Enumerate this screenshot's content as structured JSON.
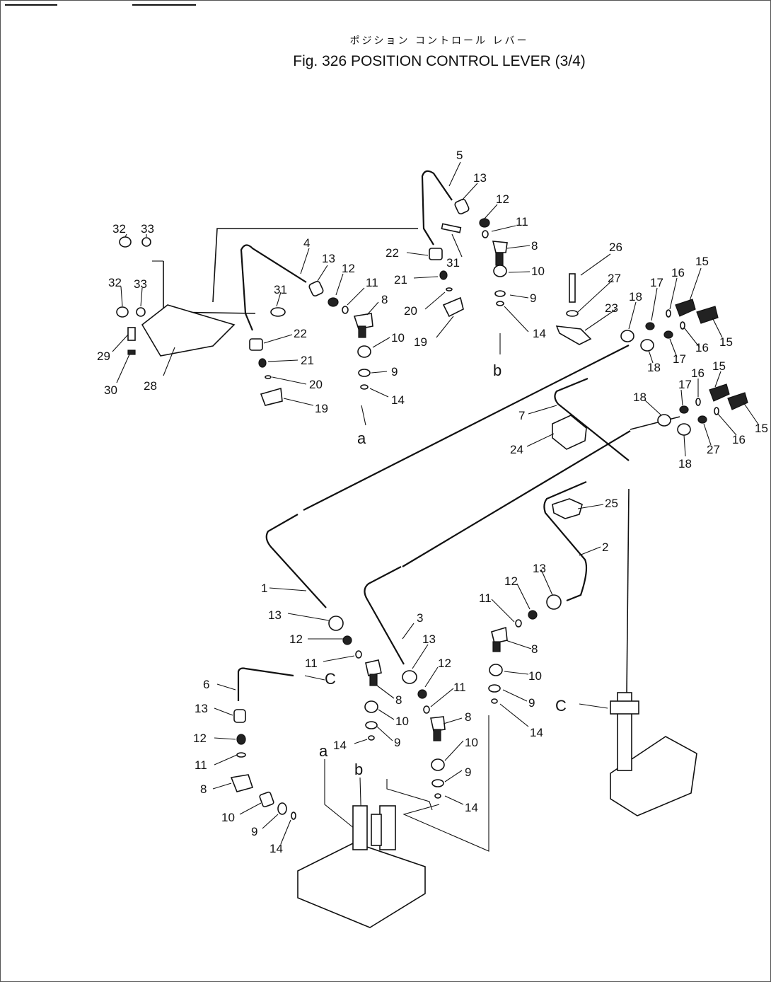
{
  "figure": {
    "title_jp": "ポジション コントロール レバー",
    "title_en": "Fig. 326 POSITION CONTROL LEVER (3/4)"
  },
  "callouts": {
    "c5": "5",
    "c13a": "13",
    "c12a": "12",
    "c11a": "11",
    "c8a": "8",
    "c10a": "10",
    "c9a": "9",
    "c14a": "14",
    "c22a": "22",
    "c31a": "31",
    "c21a": "21",
    "c20a": "20",
    "c19a": "19",
    "c32a": "32",
    "c33a": "33",
    "c32b": "32",
    "c33b": "33",
    "c29": "29",
    "c30": "30",
    "c28": "28",
    "c4": "4",
    "c13b": "13",
    "c12b": "12",
    "c11b": "11",
    "c8b": "8",
    "c10b": "10",
    "c9b": "9",
    "c14b": "14",
    "c31b": "31",
    "c22b": "22",
    "c21b": "21",
    "c20b": "20",
    "c19b": "19",
    "c26a": "26",
    "c27a": "27",
    "c23": "23",
    "c18a": "18",
    "c17a": "17",
    "c16a": "16",
    "c15a": "15",
    "c15b": "15",
    "c16b": "16",
    "c17b": "17",
    "c18b": "18",
    "c16c": "16",
    "c15c": "15",
    "c17c": "17",
    "c18c": "18",
    "c15d": "15",
    "c16d": "16",
    "c27b": "27",
    "c18d": "18",
    "c7": "7",
    "c24": "24",
    "c25": "25",
    "c2": "2",
    "c1": "1",
    "c13c": "13",
    "c12c": "12",
    "c11c": "11",
    "c8c": "8",
    "c10c": "10",
    "c9c": "9",
    "c14c": "14",
    "c3": "3",
    "c13d": "13",
    "c12d": "12",
    "c11d": "11",
    "c8d": "8",
    "c10d": "10",
    "c9d": "9",
    "c14d": "14",
    "c11e": "11",
    "c12e": "12",
    "c13e": "13",
    "c8e": "8",
    "c10e": "10",
    "c9e": "9",
    "c14e": "14",
    "c6": "6",
    "c13f": "13",
    "c12f": "12",
    "c11f": "11",
    "c8f": "8",
    "c10f": "10",
    "c9f": "9",
    "c14f": "14"
  },
  "ref_letters": {
    "a_top": "a",
    "b_top": "b",
    "c_top": "C",
    "c_right": "C",
    "a_bottom": "a",
    "b_bottom": "b"
  }
}
